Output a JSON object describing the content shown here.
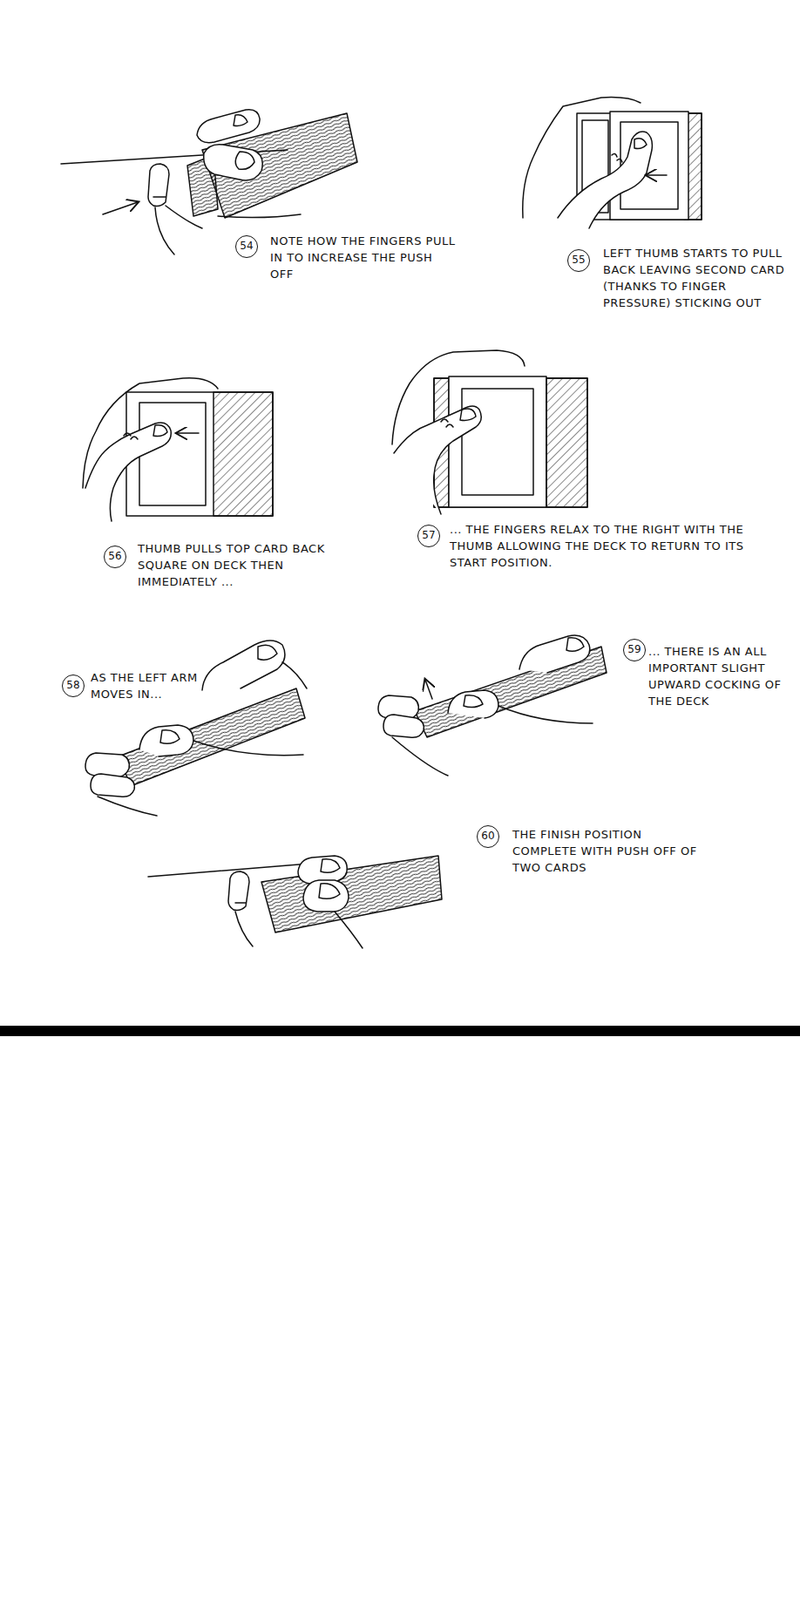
{
  "diagram": {
    "labels": [
      "54",
      "NOTE HOW THE FINGERS PULL IN TO INCREASE THE PUSH OFF",
      "55",
      "LEFT THUMB STARTS TO PULL BACK LEAVING SECOND CARD (THANKS TO FINGER PRESSURE) STICKING OUT",
      "56",
      "THUMB PULLS TOP CARD BACK SQUARE ON DECK THEN IMMEDIATELY ...",
      "57",
      "... THE FINGERS RELAX TO THE RIGHT WITH THE THUMB ALLOWING THE DECK TO RETURN TO ITS START POSITION.",
      "58",
      "AS THE LEFT ARM MOVES IN...",
      "59",
      "... THERE IS AN ALL IMPORTANT SLIGHT UPWARD COCKING OF THE DECK",
      "60",
      "THE FINISH POSITION COMPLETE WITH PUSH OFF OF TWO CARDS"
    ]
  }
}
